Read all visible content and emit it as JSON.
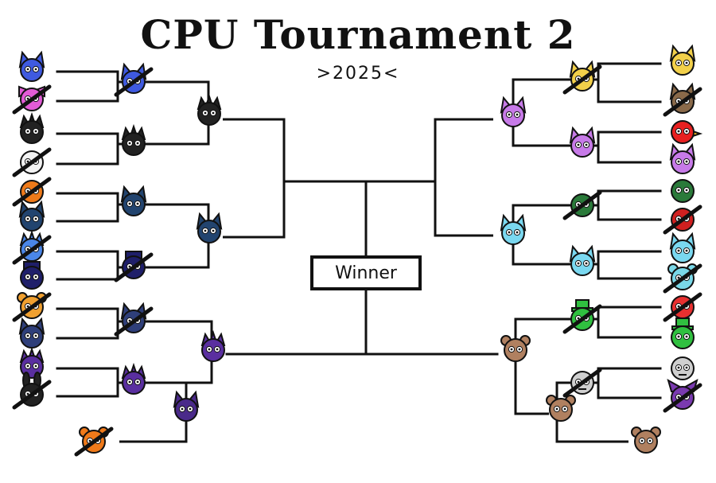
{
  "title": "CPU Tournament 2",
  "year": "2025",
  "winner_label": "Winner",
  "line_color": "#111111",
  "left": {
    "round1": [
      {
        "color": "#3f5ae0",
        "icon": "cat-head-icon",
        "out": false
      },
      {
        "color": "#e25bd6",
        "icon": "bow-head-icon",
        "out": true
      },
      {
        "color": "#222222",
        "icon": "spiky-head-icon",
        "out": false
      },
      {
        "color": "#f2f2f2",
        "icon": "round-head-icon",
        "out": true
      },
      {
        "color": "#ee7a1a",
        "icon": "stripe-head-icon",
        "out": true
      },
      {
        "color": "#22446f",
        "icon": "cat-head-icon",
        "out": false
      },
      {
        "color": "#4a86e8",
        "icon": "spiky-head-icon",
        "out": true
      },
      {
        "color": "#1f1f6a",
        "icon": "tall-head-icon",
        "out": false
      },
      {
        "color": "#f0a030",
        "icon": "bear-head-icon",
        "out": true
      },
      {
        "color": "#2f3f7a",
        "icon": "cat-head-icon",
        "out": false
      },
      {
        "color": "#5a2fa0",
        "icon": "spiky-head-icon",
        "out": false
      },
      {
        "color": "#222222",
        "icon": "bunny-head-icon",
        "out": true
      }
    ],
    "round2": [
      {
        "color": "#3f5ae0",
        "icon": "cat-head-icon",
        "out": true
      },
      {
        "color": "#222222",
        "icon": "spiky-head-icon",
        "out": false
      },
      {
        "color": "#22446f",
        "icon": "cat-head-icon",
        "out": false
      },
      {
        "color": "#1f1f6a",
        "icon": "tall-head-icon",
        "out": true
      },
      {
        "color": "#2f3f7a",
        "icon": "cat-head-icon",
        "out": true
      },
      {
        "color": "#5a2fa0",
        "icon": "spiky-head-icon",
        "out": false
      }
    ],
    "round3": [
      {
        "color": "#222222",
        "icon": "spiky-head-icon",
        "out": false
      },
      {
        "color": "#22446f",
        "icon": "cat-head-icon",
        "out": false
      },
      {
        "color": "#5a2fa0",
        "icon": "spiky-head-icon",
        "out": false
      },
      {
        "color": "#4a2a8a",
        "icon": "cat-head-icon",
        "out": false
      }
    ],
    "extra": {
      "color": "#f07a1a",
      "icon": "bear-head-icon",
      "out": true
    }
  },
  "right": {
    "round1": [
      {
        "color": "#f2d04a",
        "icon": "cat-head-icon",
        "out": false
      },
      {
        "color": "#8a6a4a",
        "icon": "cat-head-icon",
        "out": true
      },
      {
        "color": "#e82020",
        "icon": "bird-head-icon",
        "out": false
      },
      {
        "color": "#c77ae8",
        "icon": "cat-head-icon",
        "out": false
      },
      {
        "color": "#2a7a3a",
        "icon": "round-head-icon",
        "out": false
      },
      {
        "color": "#d02020",
        "icon": "round-head-icon",
        "out": true
      },
      {
        "color": "#7ad8f0",
        "icon": "cat-head-icon",
        "out": false
      },
      {
        "color": "#7ad8e8",
        "icon": "bear-head-icon",
        "out": true
      },
      {
        "color": "#e83030",
        "icon": "round-head-icon",
        "out": true
      },
      {
        "color": "#30c040",
        "icon": "hat-head-icon",
        "out": false
      },
      {
        "color": "#cfcfcf",
        "icon": "skull-head-icon",
        "out": false
      },
      {
        "color": "#7a3ab0",
        "icon": "jester-head-icon",
        "out": true
      }
    ],
    "round2": [
      {
        "color": "#f2d04a",
        "icon": "cat-head-icon",
        "out": true
      },
      {
        "color": "#c77ae8",
        "icon": "cat-head-icon",
        "out": false
      },
      {
        "color": "#2a7a3a",
        "icon": "round-head-icon",
        "out": true
      },
      {
        "color": "#7ad8f0",
        "icon": "cat-head-icon",
        "out": false
      },
      {
        "color": "#30c040",
        "icon": "hat-head-icon",
        "out": true
      },
      {
        "color": "#cfcfcf",
        "icon": "skull-head-icon",
        "out": true
      }
    ],
    "round3": [
      {
        "color": "#c77ae8",
        "icon": "cat-head-icon",
        "out": false
      },
      {
        "color": "#7ad8f0",
        "icon": "cat-head-icon",
        "out": false
      },
      {
        "color": "#b08060",
        "icon": "bear-head-icon",
        "out": false
      },
      {
        "color": "#b08060",
        "icon": "bear-head-icon",
        "out": false
      }
    ],
    "extra": {
      "color": "#b08060",
      "icon": "bear-head-icon",
      "out": false
    }
  }
}
